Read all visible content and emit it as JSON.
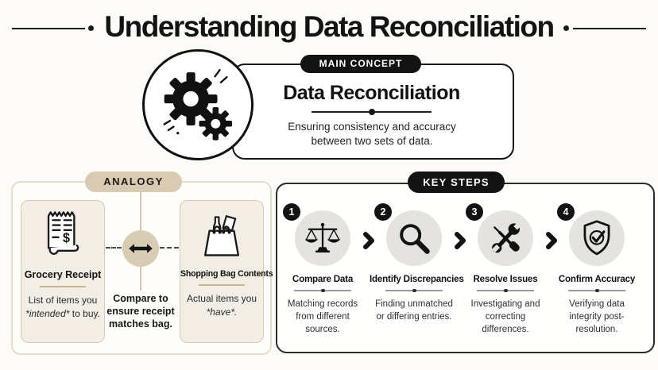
{
  "page": {
    "title": "Understanding Data Reconciliation",
    "background": "#fcfbf7"
  },
  "colors": {
    "ink": "#141414",
    "tan_accent": "#d9cbb2",
    "analogy_card_bg": "#f3eee5",
    "analogy_card_border": "#d8c8ad",
    "analogy_panel_border": "#e6dcc8",
    "step_circle_gray": "#e4e3e0",
    "badge_black": "#131313",
    "body_text": "#2e2e2e"
  },
  "main_concept": {
    "badge": "MAIN CONCEPT",
    "icon": "gears-icon",
    "title": "Data Reconciliation",
    "description": "Ensuring consistency and accuracy between two sets of data."
  },
  "analogy": {
    "badge": "ANALOGY",
    "left_card": {
      "icon": "receipt-icon",
      "title": "Grocery Receipt",
      "desc_prefix": "List of items you",
      "desc_emphasis": "*intended*",
      "desc_suffix": "to buy."
    },
    "comparison": {
      "icon": "double-arrow-icon",
      "text": "Compare to ensure receipt matches bag."
    },
    "right_card": {
      "icon": "shopping-bag-icon",
      "title": "Shopping Bag Contents",
      "desc_prefix": "Actual items you",
      "desc_emphasis": "*have*.",
      "desc_suffix": ""
    }
  },
  "key_steps": {
    "badge": "KEY STEPS",
    "steps": [
      {
        "number": "1",
        "icon": "scales-icon",
        "title": "Compare Data",
        "description": "Matching records from different sources."
      },
      {
        "number": "2",
        "icon": "magnifier-icon",
        "title": "Identify Discrepancies",
        "description": "Finding unmatched or differing entries."
      },
      {
        "number": "3",
        "icon": "tools-icon",
        "title": "Resolve Issues",
        "description": "Investigating and correcting differences."
      },
      {
        "number": "4",
        "icon": "shield-check-icon",
        "title": "Confirm Accuracy",
        "description": "Verifying data integrity post-resolution."
      }
    ]
  }
}
